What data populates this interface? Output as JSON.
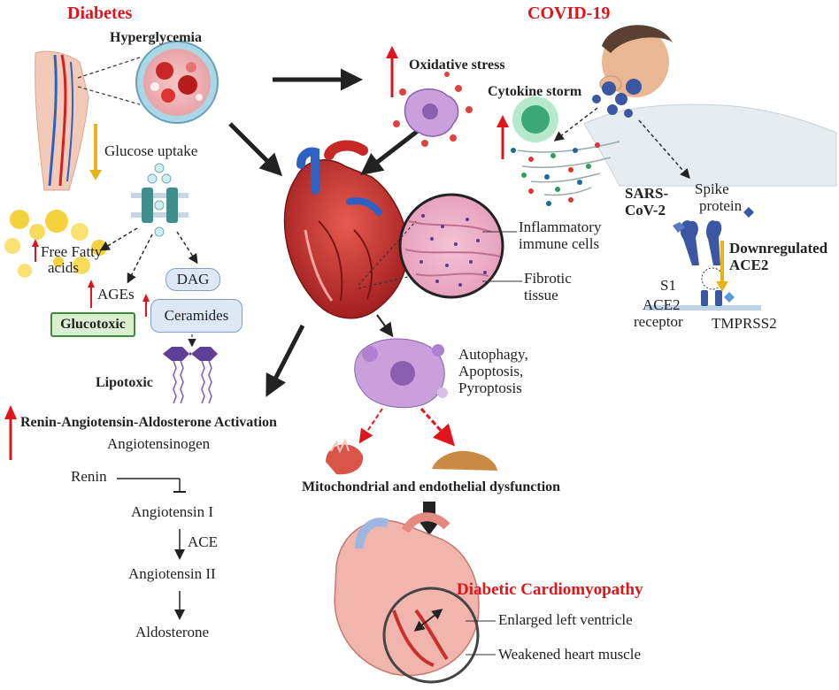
{
  "titles": {
    "diabetes": "Diabetes",
    "covid": "COVID-19",
    "diabetic_cardiomyopathy": "Diabetic Cardiomyopathy"
  },
  "diabetes_panel": {
    "hyperglycemia": "Hyperglycemia",
    "glucose_uptake": "Glucose uptake",
    "free_fatty_acids_line1": "Free Fatty",
    "free_fatty_acids_line2": "acids",
    "ages": "AGEs",
    "dag": "DAG",
    "ceramides": "Ceramides",
    "glucotoxic": "Glucotoxic",
    "lipotoxic": "Lipotoxic"
  },
  "covid_panel": {
    "oxidative_stress": "Oxidative stress",
    "cytokine_storm": "Cytokine storm",
    "inflammatory_line1": "Inflammatory",
    "inflammatory_line2": "immune cells",
    "fibrotic_line1": "Fibrotic",
    "fibrotic_line2": "tissue",
    "sars_line1": "SARS-",
    "sars_line2": "CoV-2",
    "spike_line1": "Spike",
    "spike_line2": "protein",
    "downregulated_line1": "Downregulated",
    "downregulated_line2": "ACE2",
    "s1": "S1",
    "ace2_line1": "ACE2",
    "ace2_line2": "receptor",
    "tmprss2": "TMPRSS2"
  },
  "cell_death": {
    "line1": "Autophagy,",
    "line2": "Apoptosis,",
    "line3": "Pyroptosis"
  },
  "raas": {
    "activation": "Renin-Angiotensin-Aldosterone Activation",
    "angiotensinogen": "Angiotensinogen",
    "renin": "Renin",
    "angiotensin_i": "Angiotensin I",
    "ace": "ACE",
    "angiotensin_ii": "Angiotensin II",
    "aldosterone": "Aldosterone"
  },
  "dysfunction": "Mitochondrial and endothelial dysfunction",
  "outcomes": {
    "enlarged": "Enlarged left ventricle",
    "weakened": "Weakened heart muscle"
  },
  "colors": {
    "title_red": "#e0151b",
    "up_arrow_red": "#e0151b",
    "down_arrow_yellow": "#e8b21a",
    "glucotoxic_fill": "#d9efd0",
    "glucotoxic_border": "#3d8b3d",
    "dag_ceramide_fill": "#dde8f7",
    "dag_ceramide_border": "#7f9fc8"
  }
}
